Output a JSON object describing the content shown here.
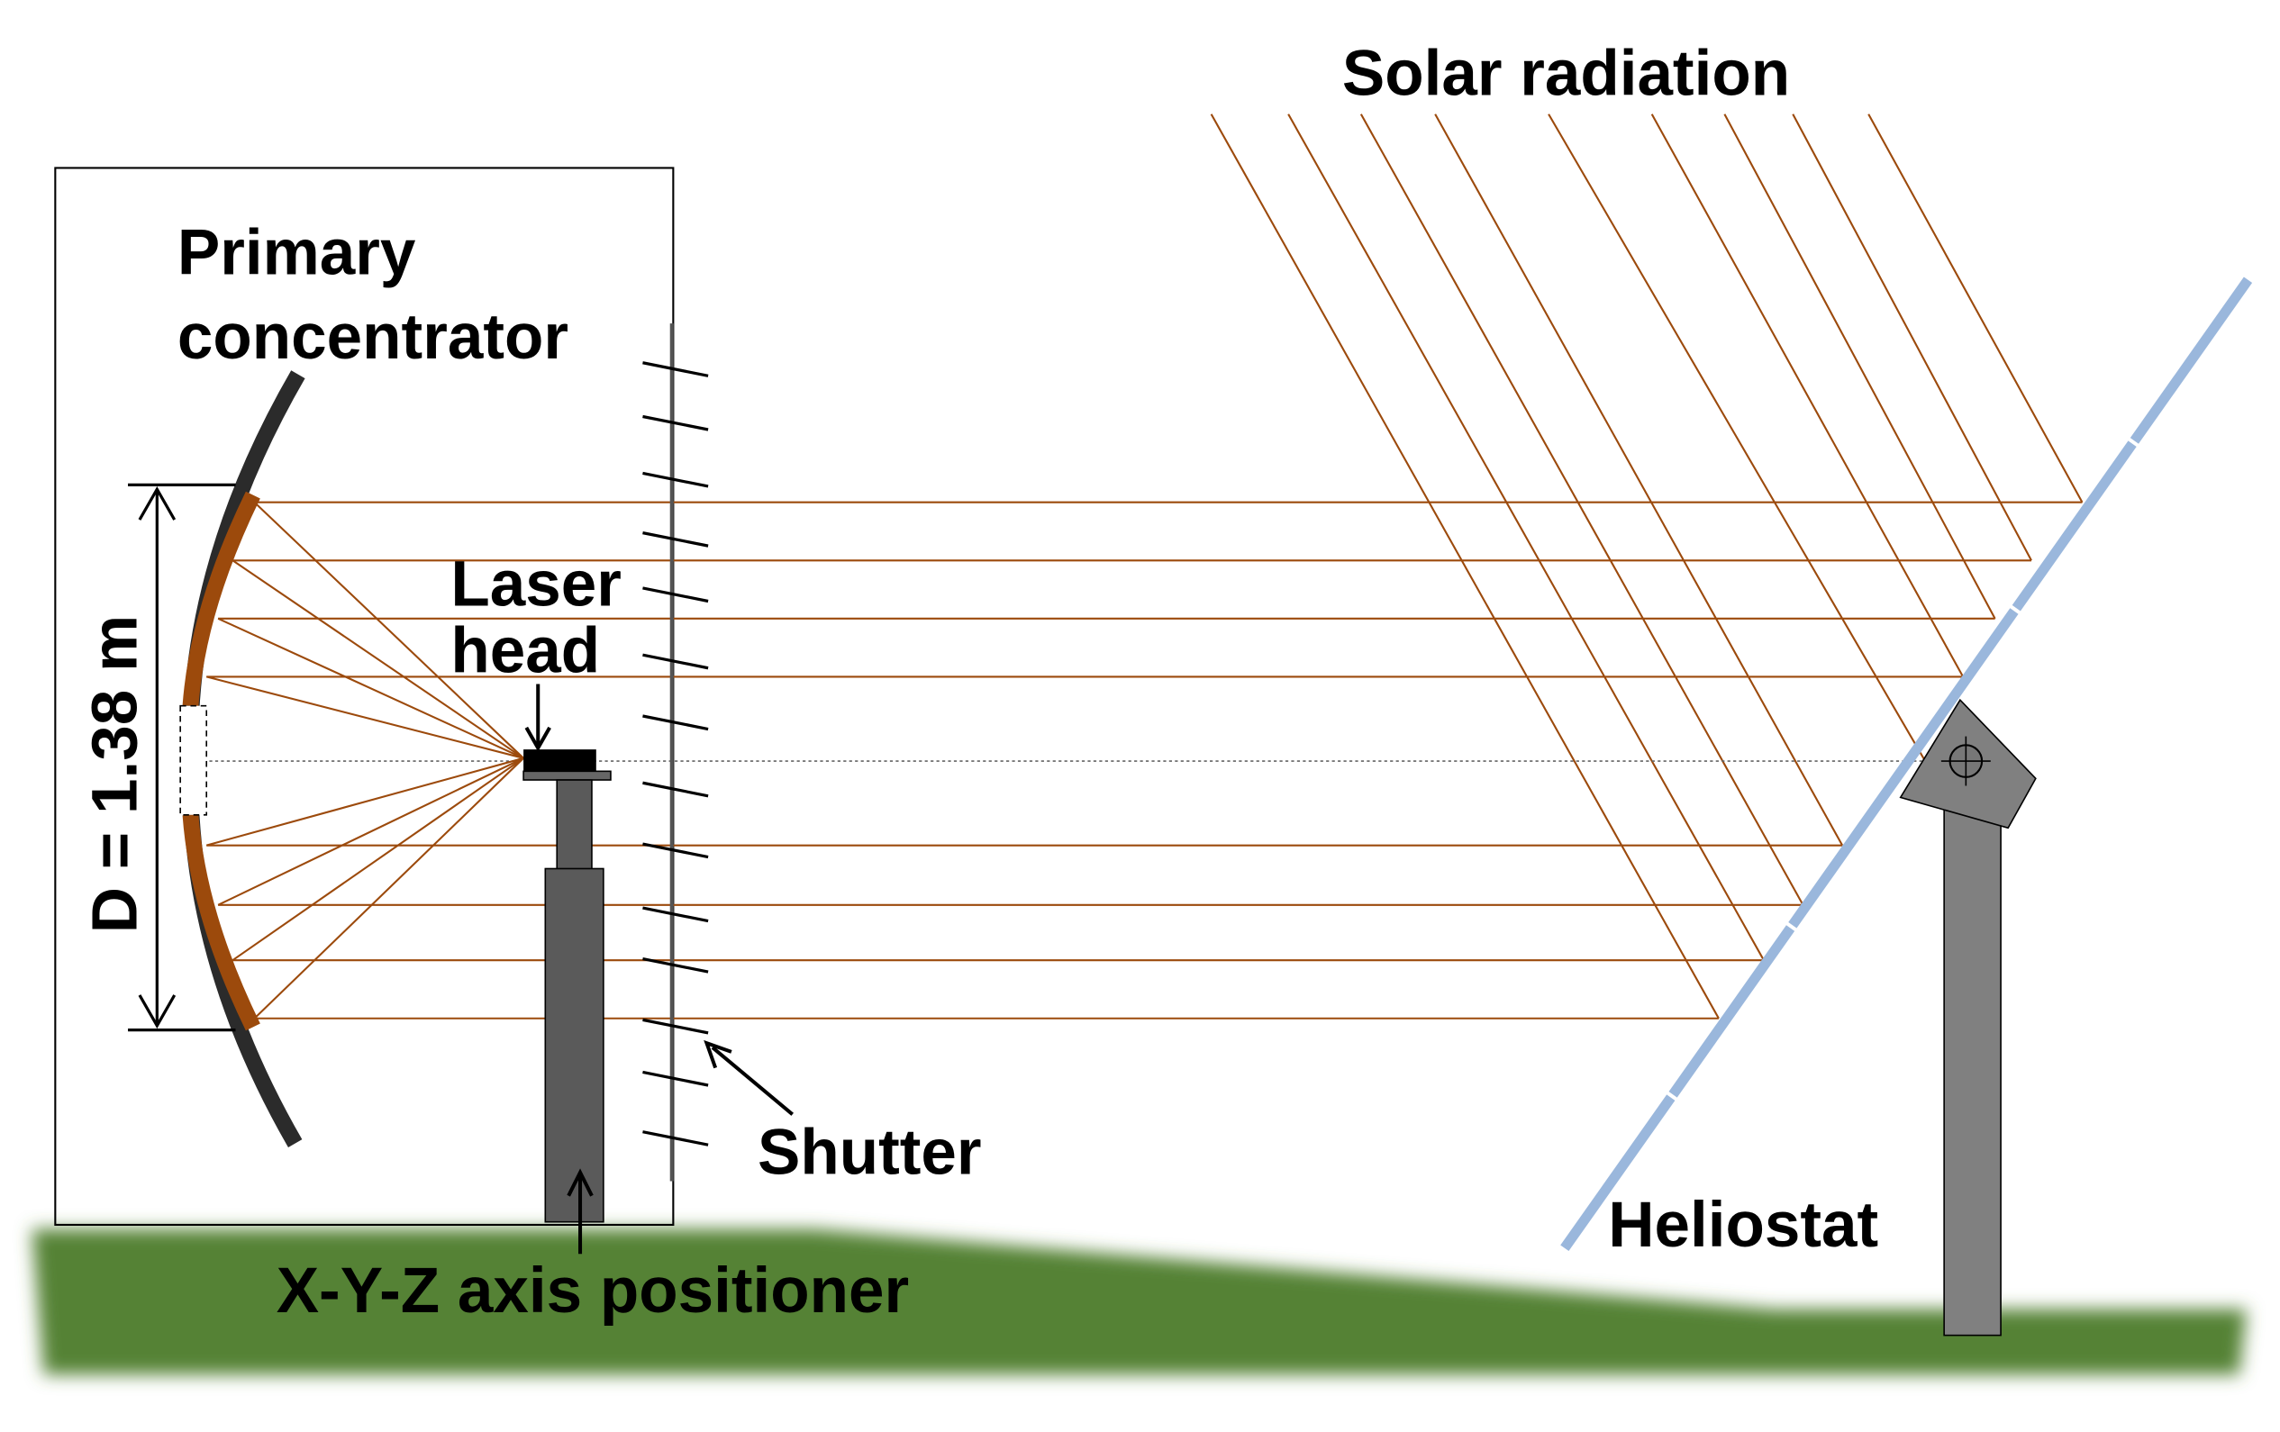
{
  "labels": {
    "solar_radiation": "Solar radiation",
    "primary_concentrator_line1": "Primary",
    "primary_concentrator_line2": "concentrator",
    "laser_head_line1": "Laser",
    "laser_head_line2": "head",
    "diameter": "D = 1.38 m",
    "shutter": "Shutter",
    "heliostat": "Heliostat",
    "positioner": "X-Y-Z axis positioner"
  },
  "colors": {
    "ray": "#9c4a0c",
    "mirror_active": "#9c4a0c",
    "mirror_frame": "#2b2b2b",
    "heliostat_mirror": "#9ab7dc",
    "ground": "#548235",
    "post": "#808080",
    "positioner": "#5a5a5a"
  }
}
